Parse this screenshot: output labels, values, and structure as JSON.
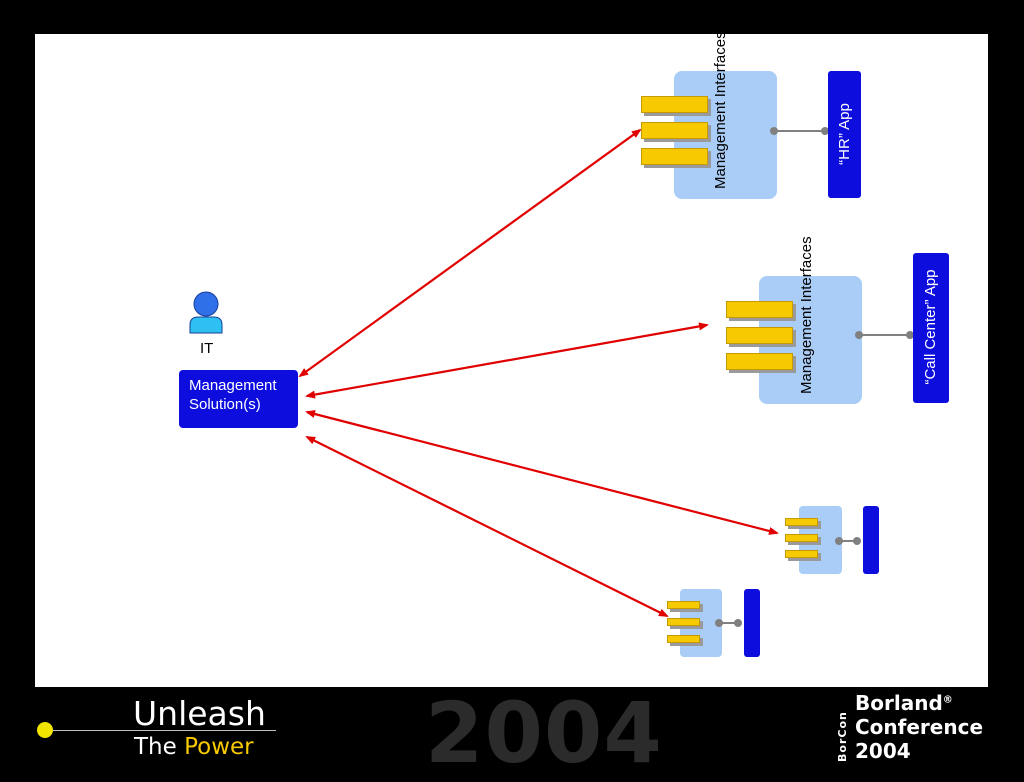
{
  "diagram": {
    "it_label": "IT",
    "management_solution_label": "Management Solution(s)",
    "management_interfaces_label": "Management Interfaces",
    "hr_app_label": "“HR” App",
    "call_center_app_label": "“Call Center” App"
  },
  "footer": {
    "unleash": "Unleash",
    "the": "The",
    "power": "Power",
    "year_watermark": "2004",
    "borland": "Borland",
    "registered": "®",
    "conference": "Conference",
    "year": "2004",
    "vertical_logo": "BorCon"
  },
  "colors": {
    "arrow": "#e00000",
    "app_box": "#0d0dde",
    "interface_panel": "#a9cdf6",
    "interface_bar": "#f7c900",
    "power_text": "#f7c900",
    "person_icon": "#2f6fe8"
  }
}
